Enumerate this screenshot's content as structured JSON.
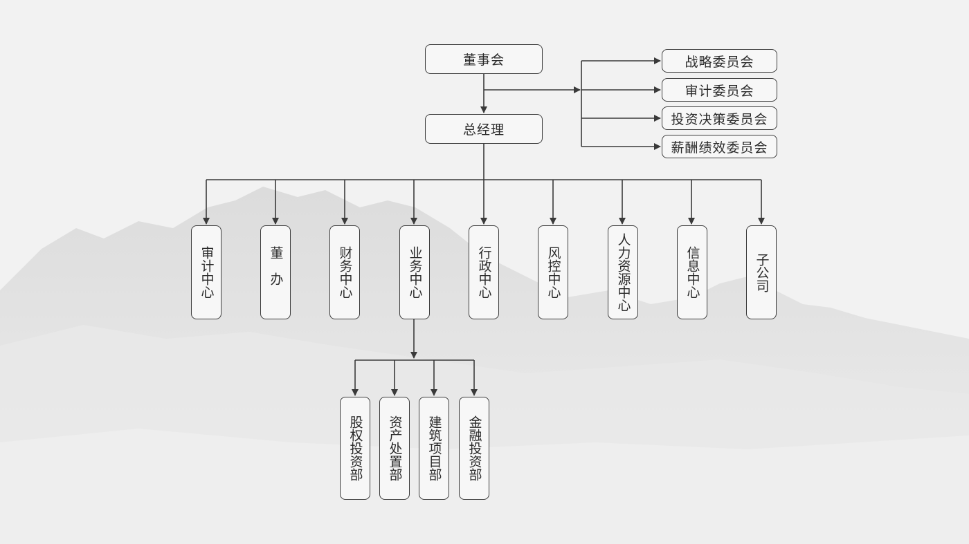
{
  "diagram": {
    "board": "董事会",
    "general_manager": "总经理",
    "committees": [
      "战略委员会",
      "审计委员会",
      "投资决策委员会",
      "薪酬绩效委员会"
    ],
    "departments": [
      "审计中心",
      "董办",
      "财务中心",
      "业务中心",
      "行政中心",
      "风控中心",
      "人力资源中心",
      "信息中心",
      "子公司"
    ],
    "business_units": [
      "股权投资部",
      "资产处置部",
      "建筑项目部",
      "金融投资部"
    ]
  },
  "colors": {
    "line": "#3a3a3a",
    "node_fill": "#f7f7f7",
    "background": "#f2f2f2",
    "mountain": "#d6d6d6"
  }
}
